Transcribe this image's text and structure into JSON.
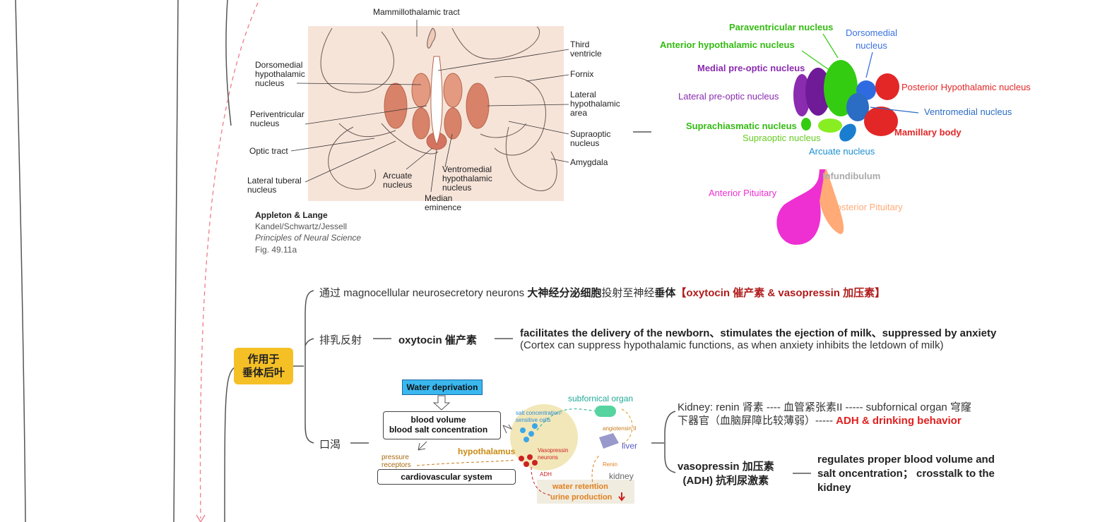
{
  "fig1": {
    "labels": {
      "mammillothalamic": "Mammillothalamic tract",
      "third_ventricle": "Third\nventricle",
      "dorsomedial": "Dorsomedial\nhypothalamic\nnucleus",
      "fornix": "Fornix",
      "lateral_area": "Lateral\nhypothalamic\narea",
      "periventricular": "Periventricular\nnucleus",
      "supraoptic": "Supraoptic\nnucleus",
      "optic_tract": "Optic tract",
      "amygdala": "Amygdala",
      "lateral_tuberal": "Lateral tuberal\nnucleus",
      "arcuate": "Arcuate\nnucleus",
      "ventromedial": "Ventromedial\nhypothalamic\nnucleus",
      "median_eminence": "Median\neminence"
    },
    "credit": {
      "publisher": "Appleton & Lange",
      "authors": "Kandel/Schwartz/Jessell",
      "book": "Principles of Neural Science",
      "fig": "Fig. 49.11a"
    }
  },
  "fig2": {
    "paraventricular": "Paraventricular nucleus",
    "dorsomedial": "Dorsomedial\nnucleus",
    "anterior_hypothalamic": "Anterior hypothalamic nucleus",
    "medial_preoptic": "Medial pre-optic nucleus",
    "posterior_hypothalamic": "Posterior Hypothalamic nucleus",
    "lateral_preoptic": "Lateral pre-optic nucleus",
    "ventromedial": "Ventromedial nucleus",
    "suprachiasmatic": "Suprachiasmatic nucleus",
    "mamillary": "Mamillary body",
    "supraoptic": "Supraoptic nucleus",
    "arcuate": "Arcuate nucleus",
    "infundibulum": "Infundibulum",
    "anterior_pituitary": "Anterior Pituitary",
    "posterior_pituitary": "Posterior Pituitary",
    "colors": {
      "purple": "#7a1fa2",
      "green": "#33cc11",
      "blue": "#2b6cc4",
      "red": "#e32626",
      "magenta": "#ee2fd2",
      "orange": "#ffaa77"
    }
  },
  "mindmap": {
    "badge": [
      "作用于",
      "垂体后叶"
    ],
    "line1": {
      "prefix": "通过 magnocellular neurosecretory neurons ",
      "bold": "大神经分泌细胞",
      "mid": "投射至神经",
      "bold2": "垂体",
      "red": "【oxytocin 催产素 & vasopressin 加压素】"
    },
    "lactation": {
      "label": "排乳反射",
      "hormone": "oxytocin 催产素",
      "effect": "facilitates the delivery of the newborn、stimulates the ejection of milk、suppressed by anxiety",
      "note": "(Cortex can suppress hypothalamic functions, as when anxiety inhibits the letdown of milk)"
    },
    "thirst": {
      "label": "口渴",
      "kidney_line1": "Kidney: renin 肾素 ---- 血管紧张素II ----- subfornical organ 穹窿",
      "kidney_line2_prefix": "下器官（血脑屏障比较薄弱）----- ",
      "kidney_line2_red": "ADH & drinking behavior",
      "vaso_line1": "vasopressin 加压素",
      "vaso_line2": "(ADH) 抗利尿激素",
      "vaso_effect": "regulates proper blood volume and\nsalt oncentration； crosstalk to the\nkidney"
    }
  },
  "fig3": {
    "water_deprivation": "Water deprivation",
    "blood_volume": "blood volume",
    "blood_salt": "blood salt concentration",
    "salt_cells": "salt concentration-\nsensitive cells",
    "subfornical": "subfornical organ",
    "angiotensin": "angiotensin II",
    "liver": "liver",
    "pressure_receptors": "pressure\nreceptors",
    "hypothalamus": "hypothalamus",
    "vasopressin_neurons": "Vasopressin\nneurons",
    "renin": "Renin",
    "kidney": "kidney",
    "adh": "ADH",
    "cardio": "cardiovascular system",
    "water_retention": "water retention",
    "urine": "urine production"
  }
}
